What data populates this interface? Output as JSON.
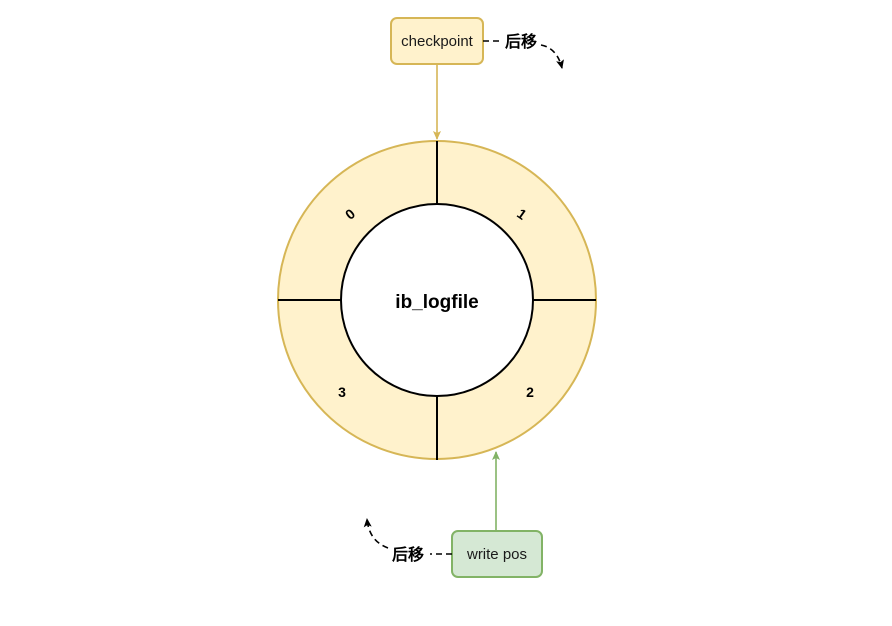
{
  "diagram": {
    "center_label": "ib_logfile",
    "segments": [
      "0",
      "1",
      "2",
      "3"
    ],
    "checkpoint": {
      "label": "checkpoint",
      "move_label": "后移"
    },
    "write_pos": {
      "label": "write pos",
      "move_label": "后移"
    }
  },
  "colors": {
    "ring_fill": "#fff2cc",
    "ring_stroke": "#d6b656",
    "checkpoint_fill": "#fff2cc",
    "checkpoint_stroke": "#d6b656",
    "write_pos_fill": "#d5e8d4",
    "write_pos_stroke": "#82b366",
    "checkpoint_arrow": "#d6b656",
    "write_pos_arrow": "#82b366"
  }
}
